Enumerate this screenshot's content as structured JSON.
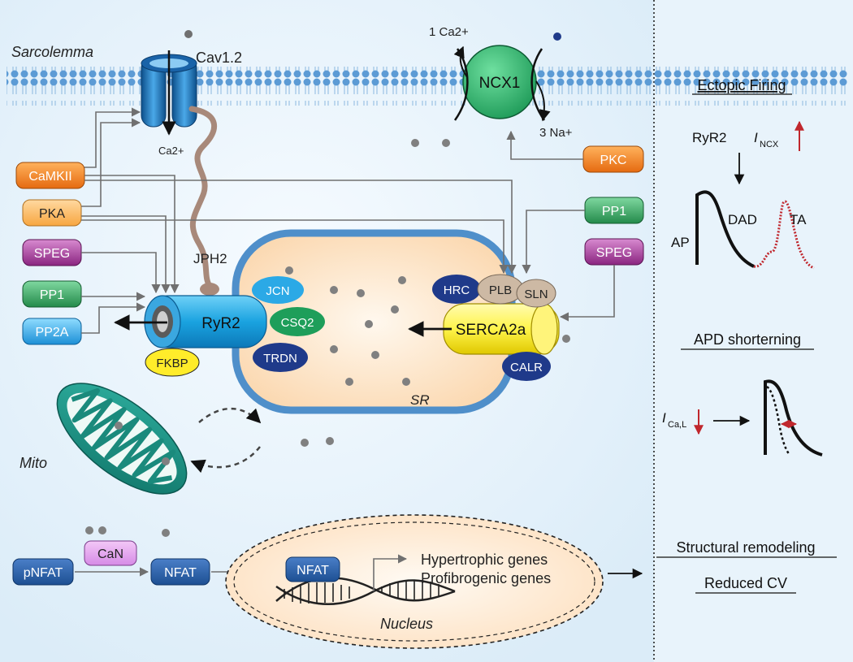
{
  "membrane": {
    "label": "Sarcolemma"
  },
  "channels": {
    "cav": "Cav1.2",
    "ca_in": "Ca2+",
    "ncx": "NCX1",
    "ncx_ca": "1 Ca2+",
    "ncx_na": "3 Na+"
  },
  "kinases": {
    "camkii": "CaMKII",
    "pka": "PKA",
    "speg_left": "SPEG",
    "pp1_left": "PP1",
    "pp2a": "PP2A",
    "pkc": "PKC",
    "pp1_right": "PP1",
    "speg_right": "SPEG"
  },
  "sr": {
    "label": "SR",
    "jph2": "JPH2",
    "ryr2": "RyR2",
    "fkbp": "FKBP",
    "jcn": "JCN",
    "csq2": "CSQ2",
    "trdn": "TRDN",
    "hrc": "HRC",
    "plb": "PLB",
    "sln": "SLN",
    "serca": "SERCA2a",
    "calr": "CALR"
  },
  "mito": {
    "label": "Mito"
  },
  "signaling": {
    "pnfat": "pNFAT",
    "can": "CaN",
    "nfat": "NFAT",
    "nfat_nuc": "NFAT"
  },
  "nucleus": {
    "label": "Nucleus",
    "gene1": "Hypertrophic genes",
    "gene2": "Profibrogenic genes"
  },
  "right_panel": {
    "ectopic_title": "Ectopic Firing",
    "ryr2": "RyR2",
    "incx_i": "I",
    "incx_sub": "NCX",
    "ap": "AP",
    "dad": "DAD",
    "ta": "TA",
    "apd_title": "APD shorterning",
    "ical_i": "I",
    "ical_sub": "Ca,L",
    "structural": "Structural remodeling",
    "reduced_cv": "Reduced CV"
  },
  "colors": {
    "background": "#eaf4fb",
    "membrane_head": "#5c9bd5",
    "ryr2": "#1aa3e0",
    "serca": "#fff44a",
    "navy": "#1f3a8a",
    "green_box": "#2e9e5a",
    "orange_box": "#ee7d1e",
    "purple_box": "#9b2d8e",
    "red_arrow": "#c0272d"
  }
}
